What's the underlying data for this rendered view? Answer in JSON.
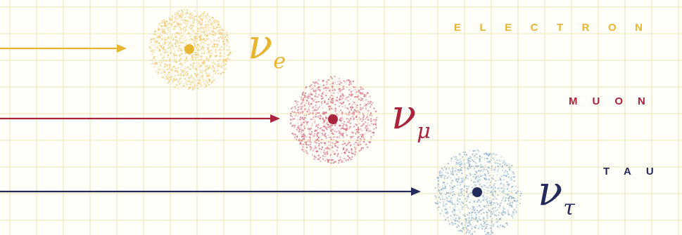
{
  "colors": {
    "grid": "#efe3b8",
    "background": "#fffef8"
  },
  "neutrinos": [
    {
      "id": "electron",
      "flavor_label": "ELECTRON",
      "symbol": "ν",
      "subscript": "e",
      "color": "#e8b531",
      "cloud_color": "#efc66b"
    },
    {
      "id": "muon",
      "flavor_label": "MUON",
      "symbol": "ν",
      "subscript": "μ",
      "color": "#a8233b",
      "cloud_color": "#d46a7e"
    },
    {
      "id": "tau",
      "flavor_label": "TAU",
      "symbol": "ν",
      "subscript": "τ",
      "color": "#232b5b",
      "cloud_color": "#8fb3cf"
    }
  ]
}
